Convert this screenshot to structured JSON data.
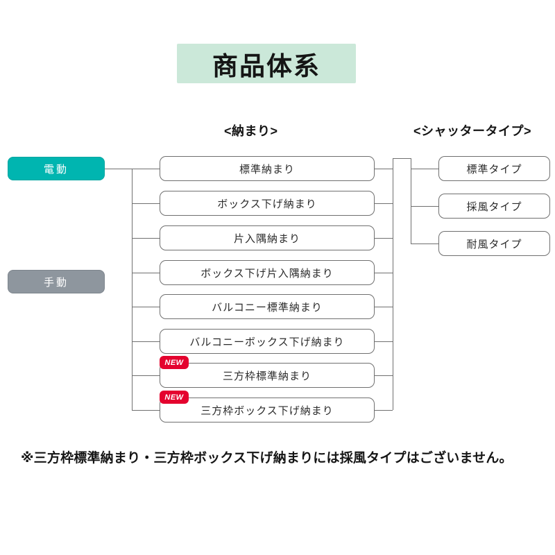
{
  "title": "商品体系",
  "columns": {
    "osamari_header": "<納まり>",
    "shutter_header": "<シャッタータイプ>"
  },
  "modes": [
    {
      "label": "電動",
      "color": "#00b5b0"
    },
    {
      "label": "手動",
      "color": "#8e969e"
    }
  ],
  "osamari": [
    {
      "label": "標準納まり",
      "new": false
    },
    {
      "label": "ボックス下げ納まり",
      "new": false
    },
    {
      "label": "片入隅納まり",
      "new": false
    },
    {
      "label": "ボックス下げ片入隅納まり",
      "new": false
    },
    {
      "label": "バルコニー標準納まり",
      "new": false
    },
    {
      "label": "バルコニーボックス下げ納まり",
      "new": false
    },
    {
      "label": "三方枠標準納まり",
      "new": true
    },
    {
      "label": "三方枠ボックス下げ納まり",
      "new": true
    }
  ],
  "shutter_types": [
    {
      "label": "標準タイプ"
    },
    {
      "label": "採風タイプ"
    },
    {
      "label": "耐風タイプ"
    }
  ],
  "badge": {
    "new_label": "NEW",
    "color": "#e4032e"
  },
  "footnote": "※三方枠標準納まり・三方枠ボックス下げ納まりには採風タイプはございません。",
  "theme": {
    "title_bg": "#cbe8d9",
    "line_color": "#6f6f6f",
    "box_border": "#6f6f6f"
  }
}
